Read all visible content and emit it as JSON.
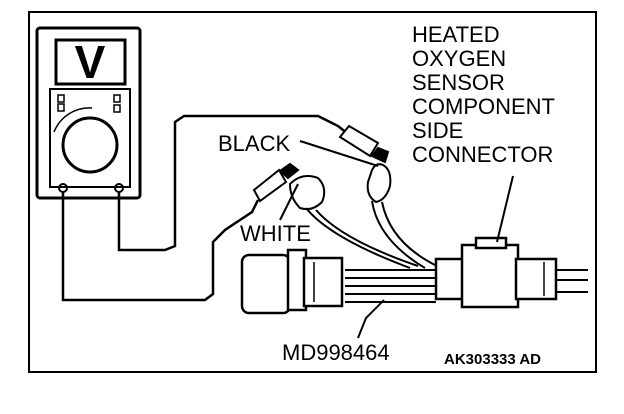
{
  "labels": {
    "sensor_lines": [
      "HEATED",
      "OXYGEN",
      "SENSOR",
      "COMPONENT",
      "SIDE",
      "CONNECTOR"
    ],
    "black": "BLACK",
    "white": "WHITE",
    "tool": "MD998464",
    "figure_code": "AK303333 AD"
  },
  "meter": {
    "display_symbol": "V"
  },
  "colors": {
    "line": "#000000",
    "background": "#ffffff"
  }
}
